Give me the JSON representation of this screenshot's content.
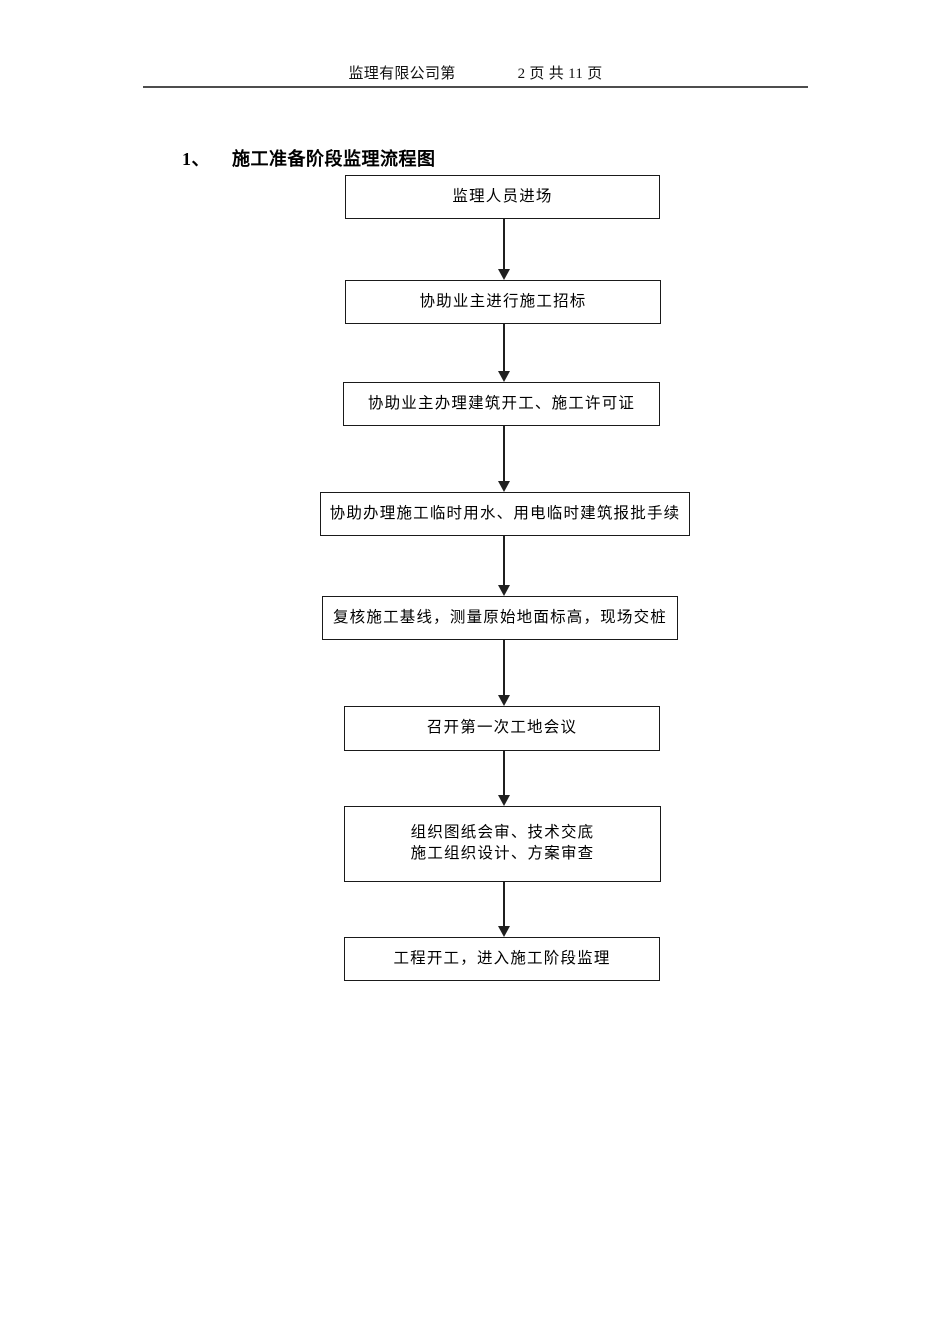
{
  "document": {
    "header": {
      "company_text": "监理有限公司第",
      "page_info": "2 页 共 11 页"
    },
    "section": {
      "number": "1、",
      "title": "施工准备阶段监理流程图"
    }
  },
  "flowchart": {
    "type": "flowchart",
    "orientation": "top-to-bottom",
    "nodes": [
      {
        "id": "n1",
        "label": "监理人员进场"
      },
      {
        "id": "n2",
        "label": "协助业主进行施工招标"
      },
      {
        "id": "n3",
        "label": "协助业主办理建筑开工、施工许可证"
      },
      {
        "id": "n4",
        "label": "协助办理施工临时用水、用电临时建筑报批手续"
      },
      {
        "id": "n5",
        "label": "复核施工基线，测量原始地面标高，现场交桩"
      },
      {
        "id": "n6",
        "label": "召开第一次工地会议"
      },
      {
        "id": "n7",
        "label": "组织图纸会审、技术交底\n施工组织设计、方案审查"
      },
      {
        "id": "n8",
        "label": "工程开工，进入施工阶段监理"
      }
    ],
    "edges": [
      {
        "from": "n1",
        "to": "n2",
        "style": "arrow-down"
      },
      {
        "from": "n2",
        "to": "n3",
        "style": "arrow-down"
      },
      {
        "from": "n3",
        "to": "n4",
        "style": "arrow-down"
      },
      {
        "from": "n4",
        "to": "n5",
        "style": "arrow-down"
      },
      {
        "from": "n5",
        "to": "n6",
        "style": "arrow-down"
      },
      {
        "from": "n6",
        "to": "n7",
        "style": "arrow-down"
      },
      {
        "from": "n7",
        "to": "n8",
        "style": "arrow-down"
      }
    ]
  },
  "colors": {
    "page_background": "#ffffff",
    "text": "#000000",
    "box_border": "#1a1a1a",
    "connector": "#1f1f1f",
    "header_rule": "#4d4d4d"
  }
}
